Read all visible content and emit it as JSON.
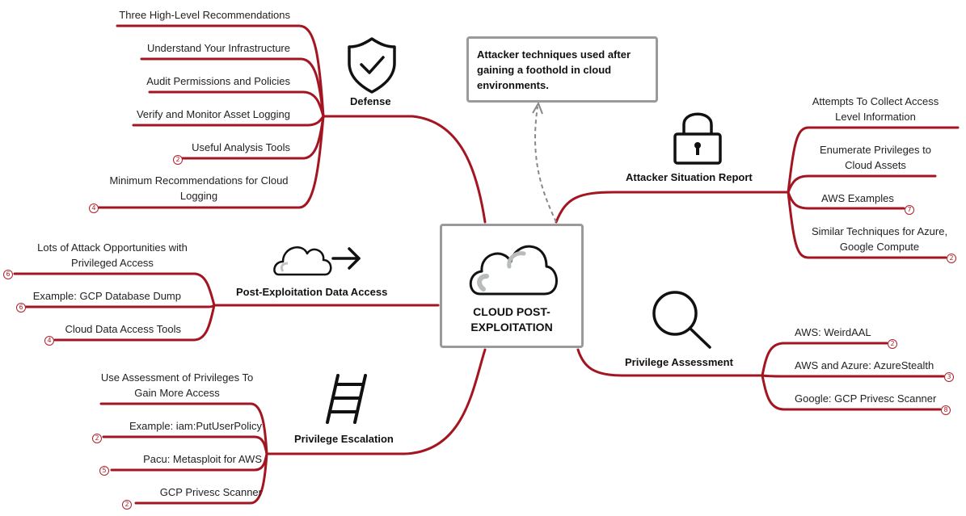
{
  "center": {
    "title": "CLOUD POST-EXPLOITATION",
    "icon": "cloud-icon"
  },
  "callout": {
    "text": "Attacker techniques used after gaining a foothold in cloud environments."
  },
  "branches": {
    "defense": {
      "title": "Defense",
      "icon": "shield-check-icon",
      "items": [
        {
          "label": "Three High-Level Recommendations"
        },
        {
          "label": "Understand Your Infrastructure"
        },
        {
          "label": "Audit Permissions and Policies"
        },
        {
          "label": "Verify and Monitor Asset Logging"
        },
        {
          "label": "Useful Analysis Tools",
          "badge": "2"
        },
        {
          "label": "Minimum Recommendations for Cloud Logging",
          "badge": "4"
        }
      ]
    },
    "data_access": {
      "title": "Post-Exploitation Data Access",
      "icon": "cloud-arrow-icon",
      "items": [
        {
          "label": "Lots of Attack Opportunities with Privileged Access",
          "badge": "6"
        },
        {
          "label": "Example: GCP Database Dump",
          "badge": "6"
        },
        {
          "label": "Cloud Data Access Tools",
          "badge": "4"
        }
      ]
    },
    "escalation": {
      "title": "Privilege Escalation",
      "icon": "ladder-icon",
      "items": [
        {
          "label": "Use Assessment of Privileges To Gain More Access"
        },
        {
          "label": "Example: iam:PutUserPolicy",
          "badge": "2"
        },
        {
          "label": "Pacu: Metasploit for AWS",
          "badge": "5"
        },
        {
          "label": "GCP Privesc Scanner",
          "badge": "2"
        }
      ]
    },
    "situation": {
      "title": "Attacker Situation Report",
      "icon": "padlock-icon",
      "items": [
        {
          "label": "Attempts To Collect Access Level Information"
        },
        {
          "label": "Enumerate Privileges to Cloud Assets"
        },
        {
          "label": "AWS Examples",
          "badge": "7"
        },
        {
          "label": "Similar Techniques for Azure, Google Compute",
          "badge": "2"
        }
      ]
    },
    "assessment": {
      "title": "Privilege Assessment",
      "icon": "magnifier-icon",
      "items": [
        {
          "label": "AWS: WeirdAAL",
          "badge": "2"
        },
        {
          "label": "AWS and Azure: AzureStealth",
          "badge": "3"
        },
        {
          "label": "Google: GCP Privesc Scanner",
          "badge": "8"
        }
      ]
    }
  },
  "colors": {
    "branch": "#a31520",
    "box_border": "#9a9a9a",
    "dashed": "#888888"
  }
}
